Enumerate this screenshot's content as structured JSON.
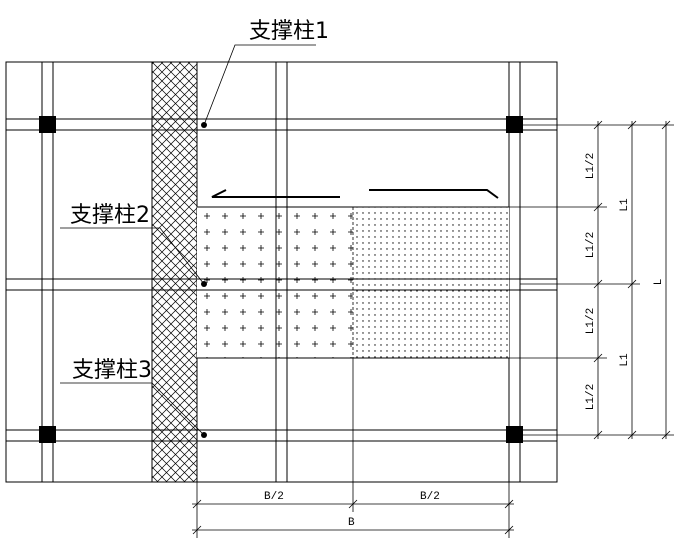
{
  "labels": {
    "support1": "支撑柱1",
    "support2": "支撑柱2",
    "support3": "支撑柱3"
  },
  "dimensions": {
    "half_width_left": "B/2",
    "half_width_right": "B/2",
    "total_width": "B",
    "half_l1_a": "L1/2",
    "half_l1_b": "L1/2",
    "half_l1_c": "L1/2",
    "half_l1_d": "L1/2",
    "l1_upper": "L1",
    "l1_lower": "L1",
    "total_length": "L"
  }
}
